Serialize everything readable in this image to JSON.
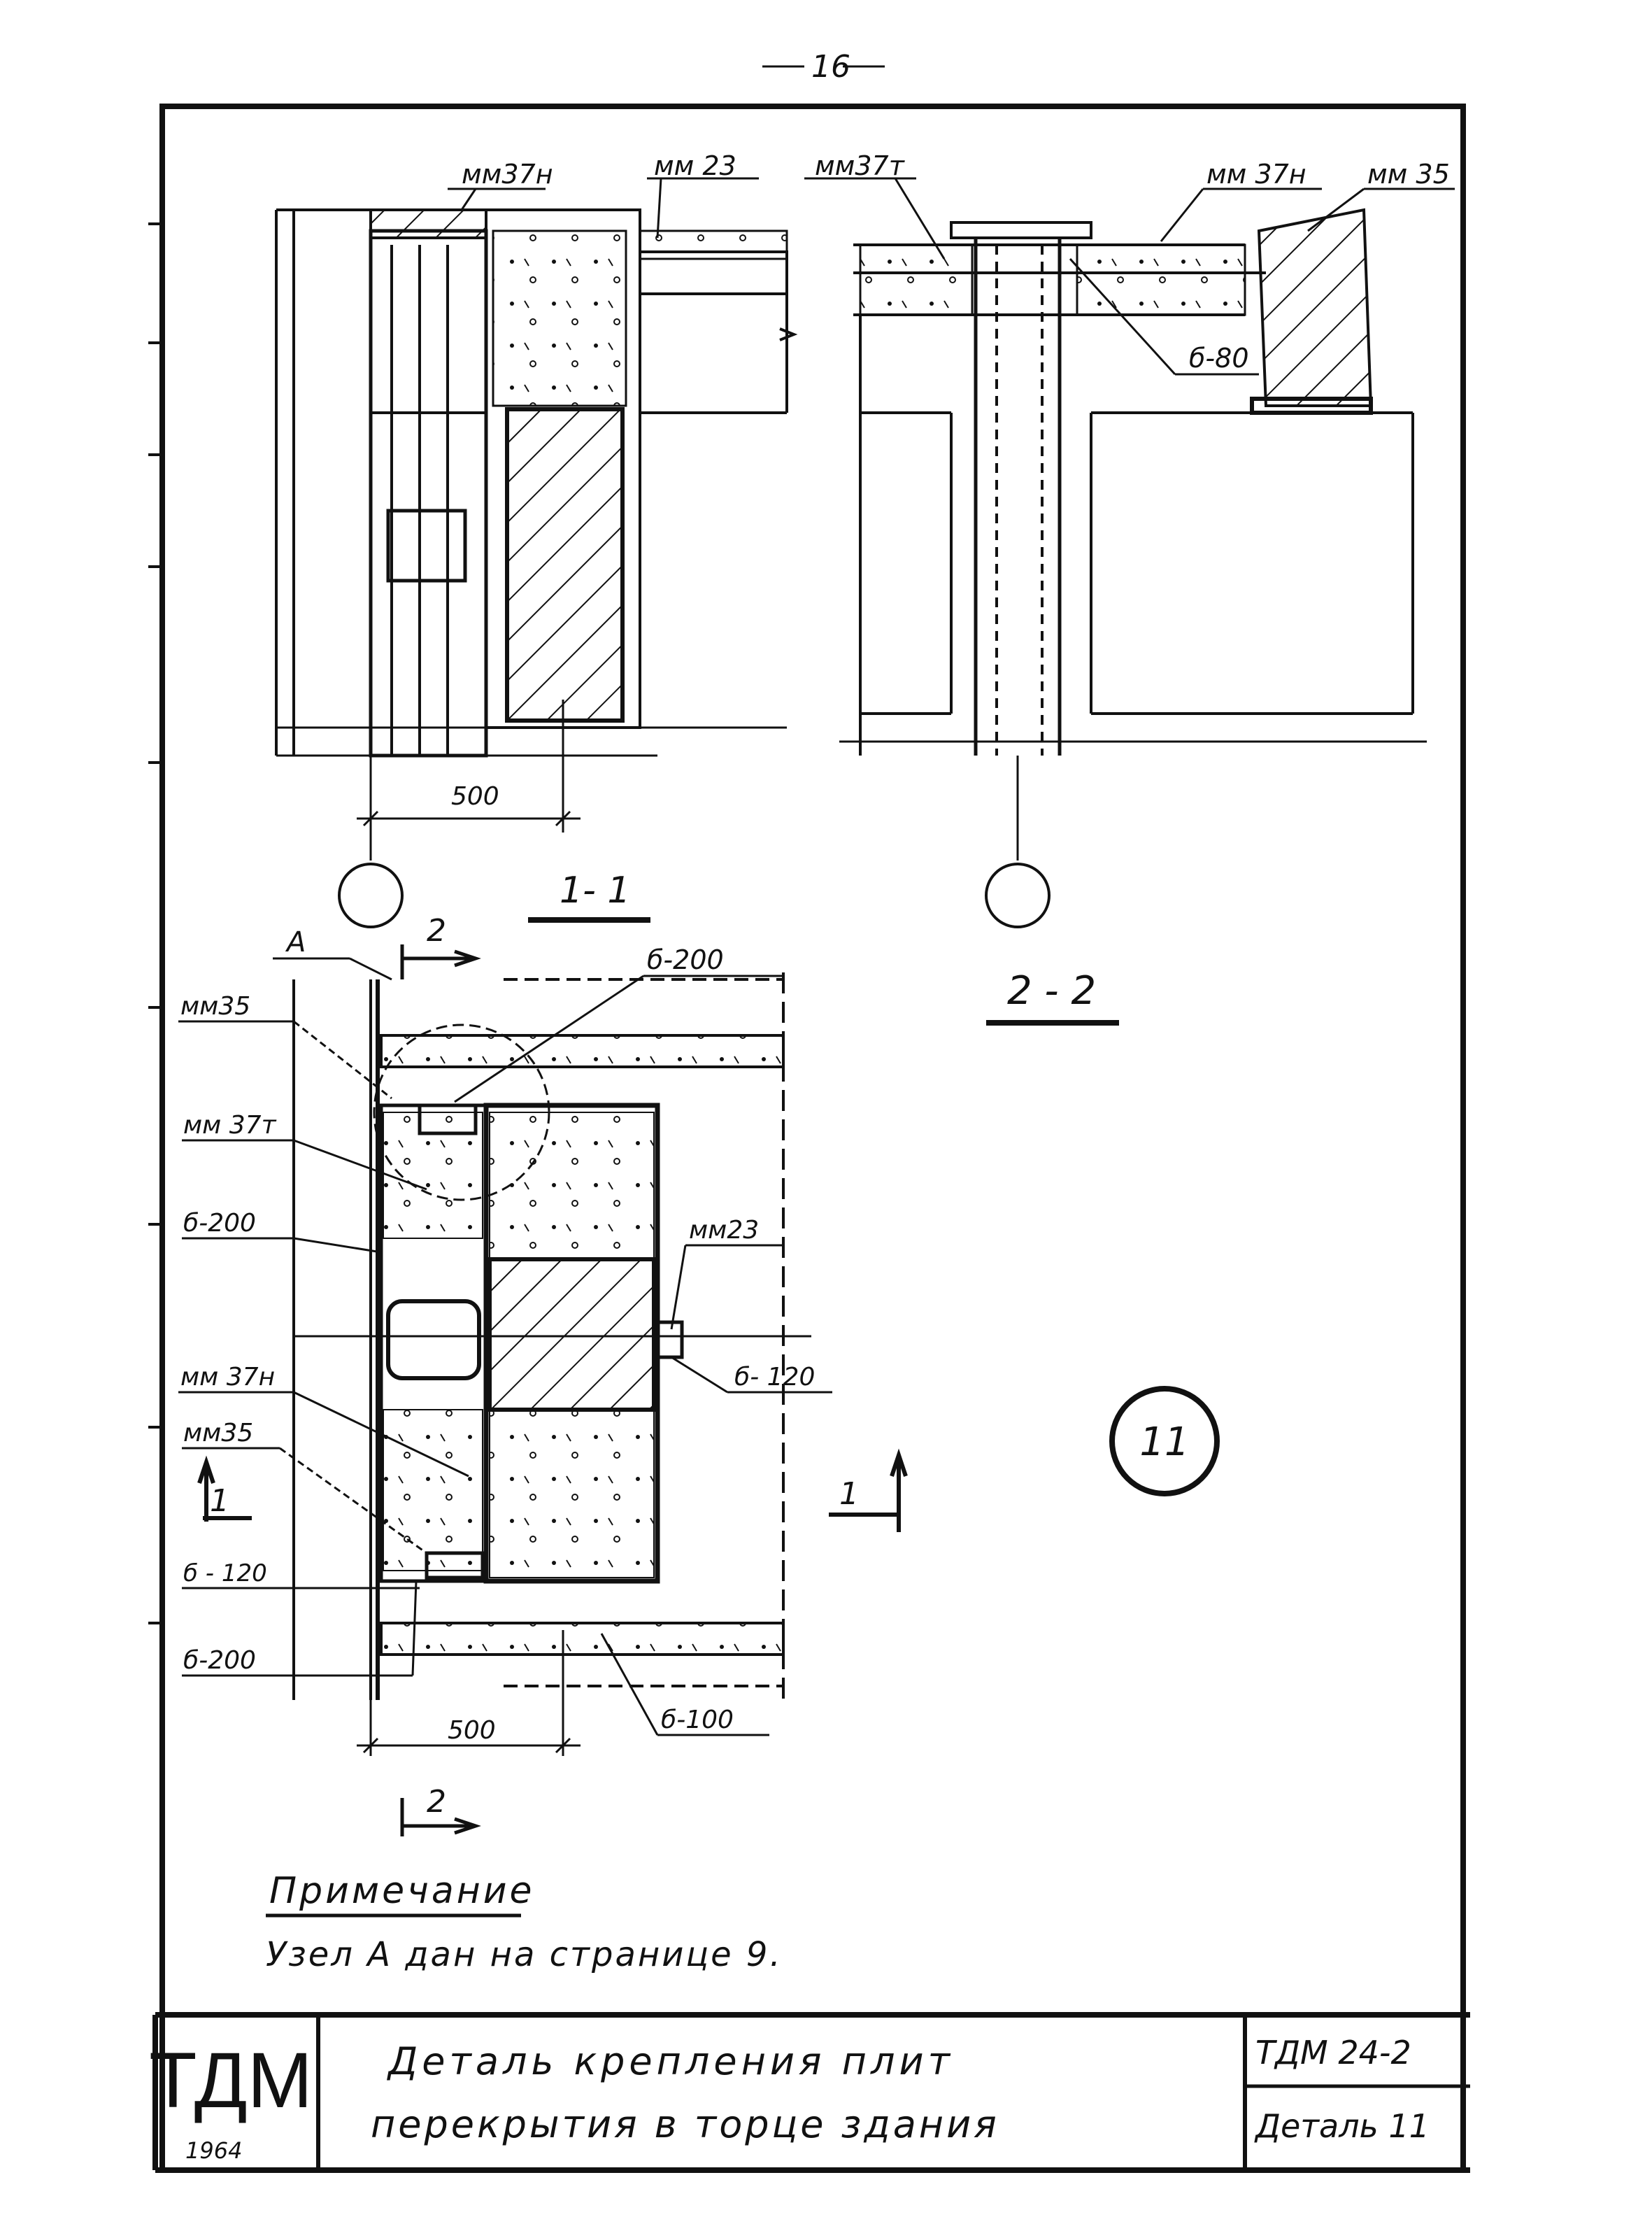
{
  "page_number": "16",
  "labels": {
    "mm37n": "мм37н",
    "mm37n_b": "мм 37н",
    "mm37t": "мм37т",
    "mm37t_b": "мм 37т",
    "mm23": "мм 23",
    "mm23_b": "мм23",
    "mm35": "мм 35",
    "mm35_b": "мм35",
    "b80": "б-80",
    "b200": "б-200",
    "b120": "б- 120",
    "b120_b": "б - 120",
    "b100": "б-100",
    "node_a": "А",
    "dim_500": "500",
    "sec_num_1": "1",
    "sec_num_2": "2"
  },
  "sections": {
    "s1": "1- 1",
    "s2": "2 - 2"
  },
  "detail_number": "11",
  "note": {
    "title": "Примечание",
    "text": "Узел А дан на странице 9."
  },
  "title_block": {
    "org": "ТДМ",
    "year": "1964",
    "title_line1": "Деталь   крепления  плит",
    "title_line2": "перекрытия   в торце здания",
    "code": "ТДМ 24-2",
    "sheet": "Деталь 11"
  },
  "colors": {
    "ink": "#111111",
    "paper": "#ffffff"
  }
}
